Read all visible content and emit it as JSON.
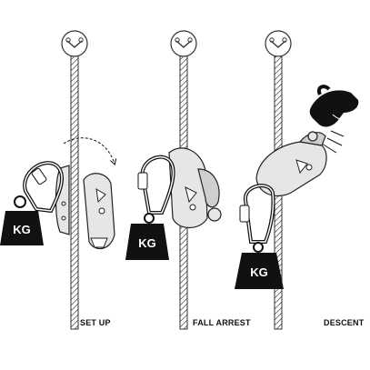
{
  "panels": [
    {
      "id": "setup",
      "caption": "SET UP",
      "weight_label": "KG"
    },
    {
      "id": "fall_arrest",
      "caption": "FALL ARREST",
      "weight_label": "KG"
    },
    {
      "id": "descent",
      "caption": "DESCENT",
      "weight_label": "KG"
    }
  ],
  "colors": {
    "ink": "#111111",
    "background": "#ffffff",
    "device_fill": "#e6e6e6"
  }
}
